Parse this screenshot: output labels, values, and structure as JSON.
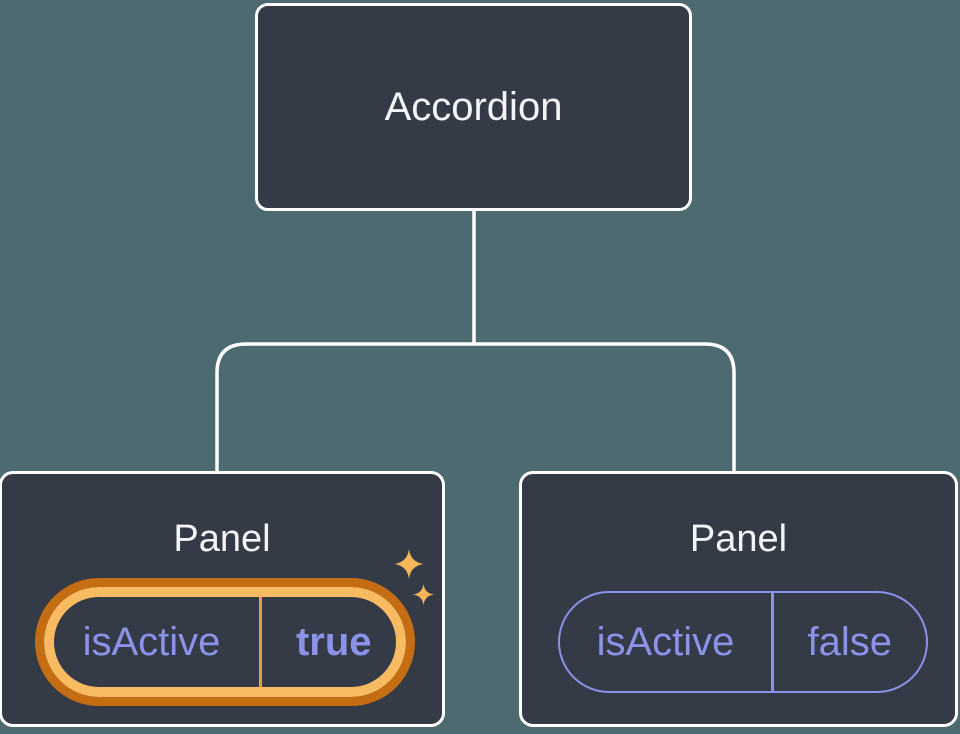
{
  "tree": {
    "root": {
      "label": "Accordion"
    },
    "children": [
      {
        "label": "Panel",
        "prop_name": "isActive",
        "prop_value": "true",
        "highlighted": true
      },
      {
        "label": "Panel",
        "prop_name": "isActive",
        "prop_value": "false",
        "highlighted": false
      }
    ]
  },
  "icons": {
    "sparkle_large": "sparkle-icon",
    "sparkle_small": "sparkle-icon"
  },
  "colors": {
    "canvas-bg": "#4d6a70",
    "node-bg": "#343a46",
    "node-border": "#ffffff",
    "node-text": "#f2f4f7",
    "connector": "#ffffff",
    "prop-purple": "#8b93e8",
    "hl-dark": "#c56d12",
    "hl-light": "#f9bb62",
    "hl-divider": "#e2a142",
    "sparkle": "#f8b65c"
  }
}
